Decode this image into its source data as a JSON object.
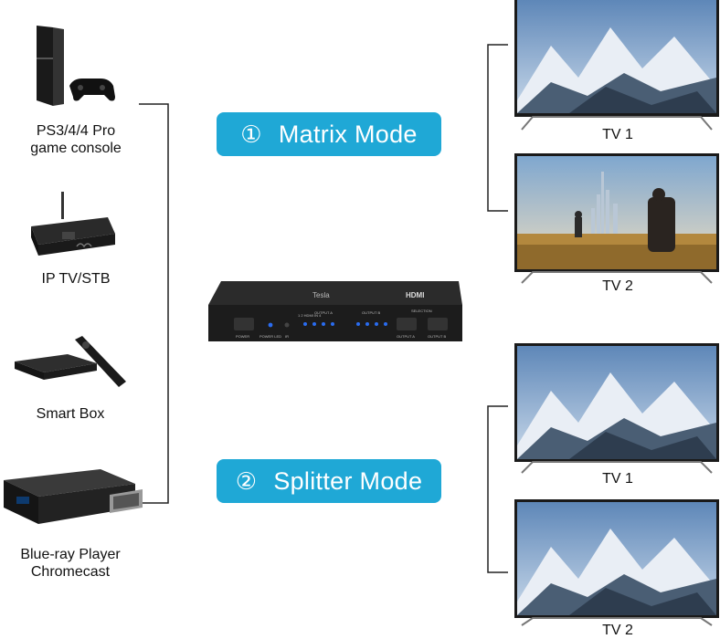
{
  "sources": [
    {
      "label": "PS3/4/4 Pro\ngame console",
      "icon": "game-console-icon"
    },
    {
      "label": "IP TV/STB",
      "icon": "iptv-box-icon"
    },
    {
      "label": "Smart Box",
      "icon": "smart-box-icon"
    },
    {
      "label": "Blue-ray Player\nChromecast",
      "icon": "bluray-player-icon"
    }
  ],
  "modes": [
    {
      "num": "①",
      "label": "Matrix Mode"
    },
    {
      "num": "②",
      "label": "Splitter Mode"
    }
  ],
  "tvs": [
    {
      "label": "TV 1",
      "scene": "mountains"
    },
    {
      "label": "TV 2",
      "scene": "city"
    },
    {
      "label": "TV 1",
      "scene": "mountains"
    },
    {
      "label": "TV 2",
      "scene": "mountains"
    }
  ],
  "device": {
    "brand": "Tesla",
    "hdmi_logo": "HDMI",
    "power_label": "POWER",
    "power_led_label": "POWER LED",
    "ir_label": "IR",
    "ports_label": "1 2 HDMI IN 4",
    "output_a_label": "OUTPUT A",
    "output_b_label": "OUTPUT B",
    "selection_label": "SELECTION",
    "out_a_btn": "OUTPUT A",
    "out_b_btn": "OUTPUT B"
  },
  "colors": {
    "accent": "#1fa8d6",
    "line": "#222222",
    "device": "#1c1c1c",
    "led": "#2a6cf0"
  }
}
